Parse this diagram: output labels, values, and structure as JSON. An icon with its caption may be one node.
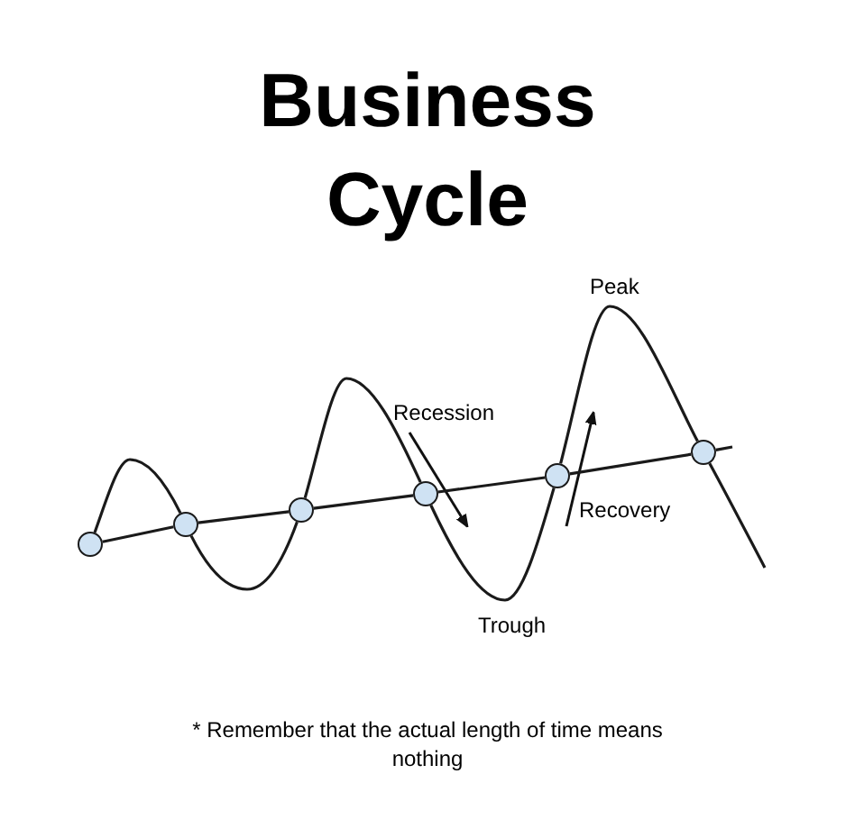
{
  "diagram": {
    "title": "Business Cycle",
    "caption": "* Remember that the actual length of time means nothing",
    "nodes": [
      {
        "text": [],
        "shape": "circle"
      },
      {
        "text": [],
        "shape": "circle"
      },
      {
        "text": [],
        "shape": "circle"
      },
      {
        "text": [],
        "shape": "circle"
      },
      {
        "text": [],
        "shape": "circle"
      },
      {
        "text": [],
        "shape": "circle"
      }
    ],
    "edges": [
      {
        "from": 0,
        "to": 1,
        "arrow": "none"
      },
      {
        "from": 1,
        "to": 2,
        "arrow": "none"
      },
      {
        "from": 2,
        "to": 3,
        "arrow": "none"
      },
      {
        "from": 3,
        "to": 4,
        "arrow": "none"
      },
      {
        "from": 4,
        "to": 5,
        "arrow": "none"
      },
      {
        "from": 5,
        "to": null,
        "arrow": "none"
      },
      {
        "from": 0,
        "to": 1,
        "arrow": "none"
      },
      {
        "from": 1,
        "to": 2,
        "arrow": "none"
      },
      {
        "from": 2,
        "to": 3,
        "arrow": "none"
      },
      {
        "from": 3,
        "to": 4,
        "arrow": "none"
      },
      {
        "from": 4,
        "to": 5,
        "arrow": "none"
      },
      {
        "from": 5,
        "to": null,
        "arrow": "none"
      }
    ],
    "labels": [
      "Peak",
      "Recession",
      "Recovery",
      "Trough"
    ]
  }
}
